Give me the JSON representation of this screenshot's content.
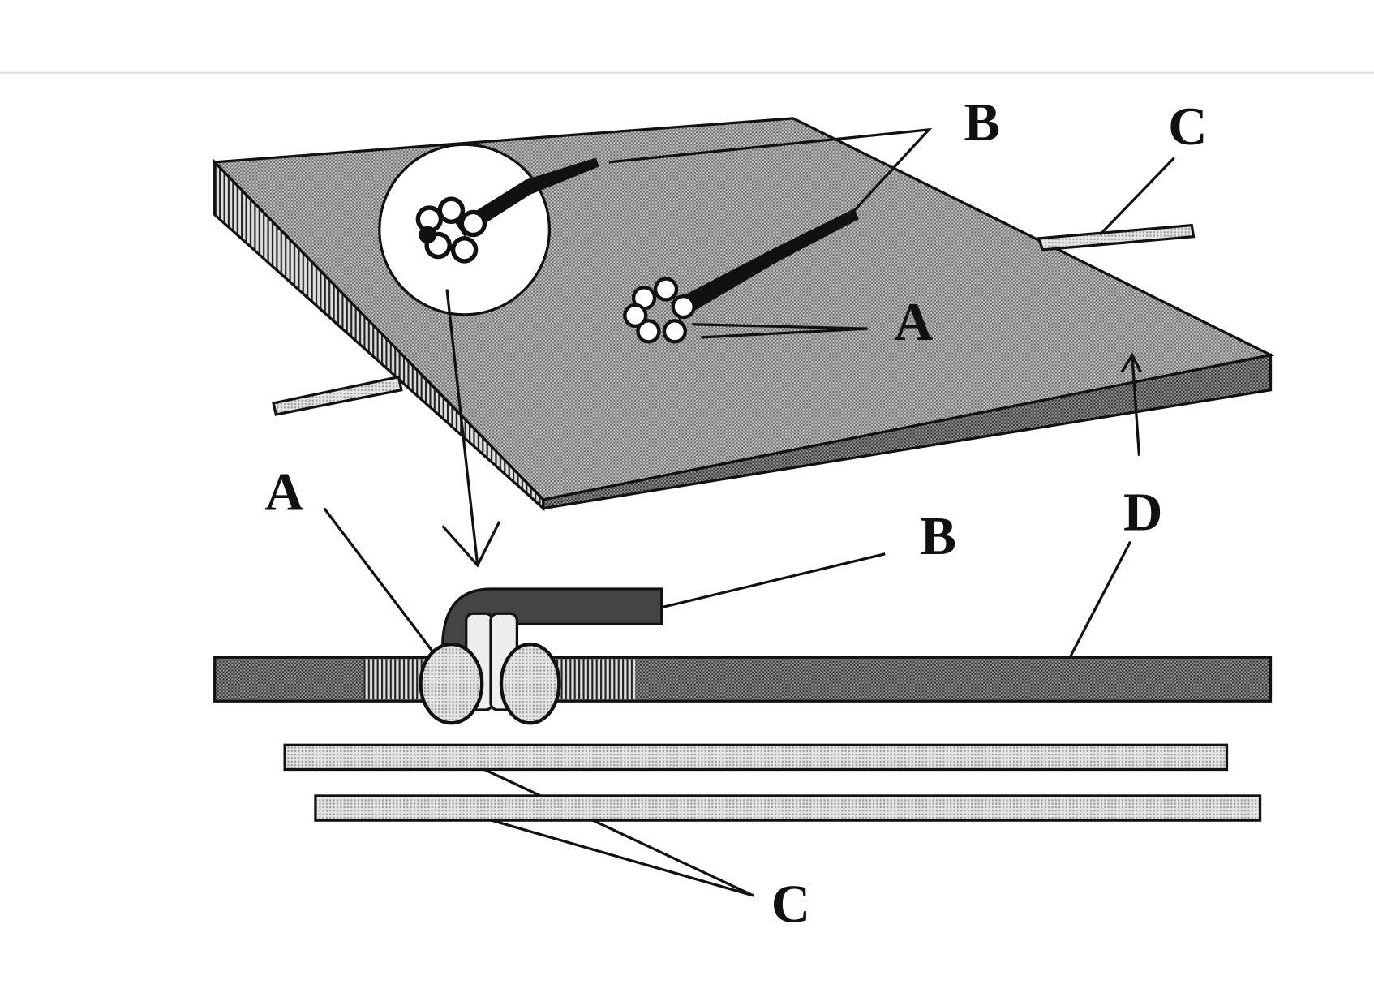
{
  "labels": {
    "top_b": "B",
    "top_c": "C",
    "top_a": "A",
    "side_a": "A",
    "side_b": "B",
    "side_d": "D",
    "bottom_c": "C"
  },
  "colors": {
    "plate": "#a9a9a9",
    "membrane": "#7d7d7d",
    "microfibril": "#d4d4d4",
    "ink": "#111111"
  }
}
